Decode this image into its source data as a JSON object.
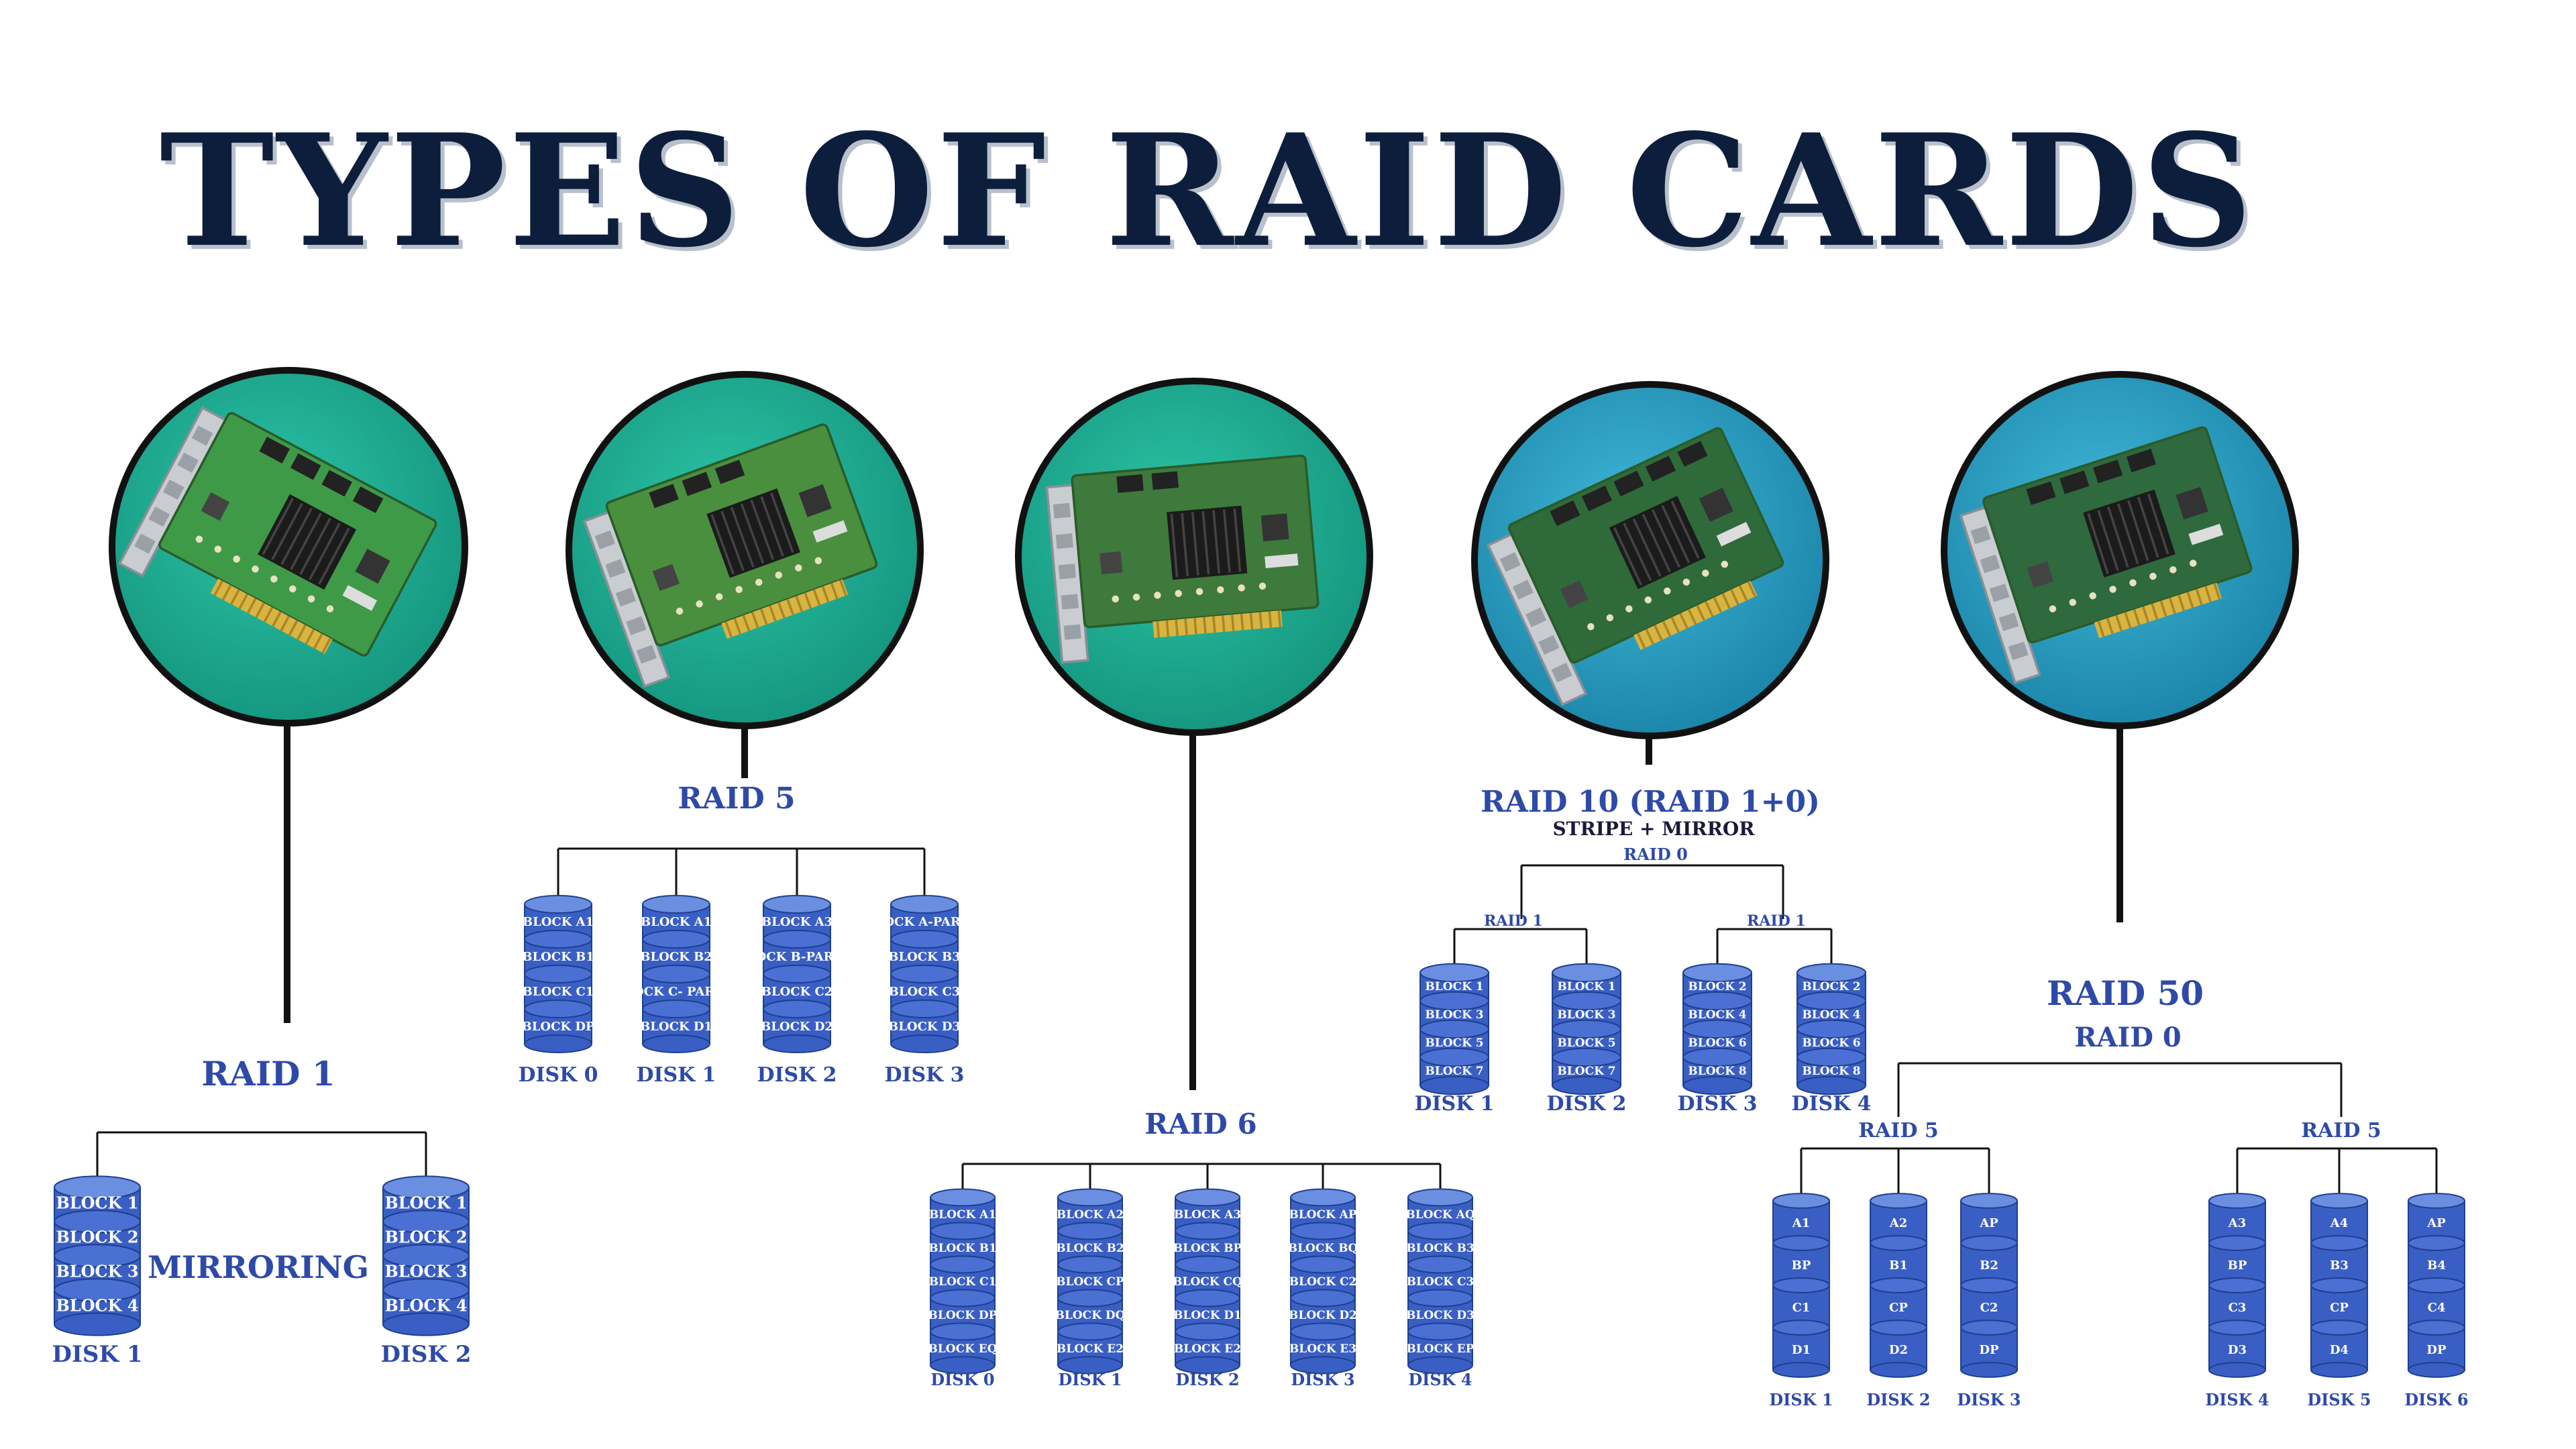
{
  "title": "TYPES OF RAID CARDS",
  "raid1": {
    "label": "RAID 1",
    "note": "MIRRORING",
    "disks": [
      {
        "name": "DISK 1",
        "blocks": [
          "BLOCK 1",
          "BLOCK 2",
          "BLOCK 3",
          "BLOCK 4"
        ]
      },
      {
        "name": "DISK 2",
        "blocks": [
          "BLOCK 1",
          "BLOCK 2",
          "BLOCK 3",
          "BLOCK 4"
        ]
      }
    ]
  },
  "raid5": {
    "label": "RAID 5",
    "disks": [
      {
        "name": "DISK 0",
        "blocks": [
          "BLOCK A1",
          "BLOCK B1",
          "BLOCK C1",
          "BLOCK DP"
        ]
      },
      {
        "name": "DISK 1",
        "blocks": [
          "BLOCK A1",
          "BLOCK B2",
          "BLOCK C- PARITY",
          "BLOCK D1"
        ]
      },
      {
        "name": "DISK 2",
        "blocks": [
          "BLOCK A3",
          "BLOCK B-PARITY",
          "BLOCK C2",
          "BLOCK D2"
        ]
      },
      {
        "name": "DISK 3",
        "blocks": [
          "BLOCK A-PARITY",
          "BLOCK B3",
          "BLOCK C3",
          "BLOCK D3"
        ]
      }
    ]
  },
  "raid6": {
    "label": "RAID 6",
    "disks": [
      {
        "name": "DISK 0",
        "blocks": [
          "BLOCK A1",
          "BLOCK B1",
          "BLOCK C1",
          "BLOCK DP",
          "BLOCK EQ"
        ]
      },
      {
        "name": "DISK 1",
        "blocks": [
          "BLOCK A2",
          "BLOCK B2",
          "BLOCK CP",
          "BLOCK DQ",
          "BLOCK E2"
        ]
      },
      {
        "name": "DISK 2",
        "blocks": [
          "BLOCK A3",
          "BLOCK BP",
          "BLOCK CQ",
          "BLOCK D1",
          "BLOCK E2"
        ]
      },
      {
        "name": "DISK 3",
        "blocks": [
          "BLOCK AP",
          "BLOCK BQ",
          "BLOCK C2",
          "BLOCK D2",
          "BLOCK E3"
        ]
      },
      {
        "name": "DISK 4",
        "blocks": [
          "BLOCK AQ",
          "BLOCK B3",
          "BLOCK C3",
          "BLOCK D3",
          "BLOCK EP"
        ]
      }
    ]
  },
  "raid10": {
    "label": "RAID 10 (RAID 1+0)",
    "sublabel": "STRIPE + MIRROR",
    "top": "RAID 0",
    "groups": [
      "RAID 1",
      "RAID 1"
    ],
    "disks": [
      {
        "name": "DISK 1",
        "blocks": [
          "BLOCK 1",
          "BLOCK 3",
          "BLOCK 5",
          "BLOCK 7"
        ]
      },
      {
        "name": "DISK 2",
        "blocks": [
          "BLOCK 1",
          "BLOCK 3",
          "BLOCK 5",
          "BLOCK 7"
        ]
      },
      {
        "name": "DISK 3",
        "blocks": [
          "BLOCK 2",
          "BLOCK 4",
          "BLOCK 6",
          "BLOCK 8"
        ]
      },
      {
        "name": "DISK 4",
        "blocks": [
          "BLOCK 2",
          "BLOCK 4",
          "BLOCK 6",
          "BLOCK 8"
        ]
      }
    ]
  },
  "raid50": {
    "label": "RAID 50",
    "top": "RAID 0",
    "groups": [
      "RAID 5",
      "RAID 5"
    ],
    "disks": [
      {
        "name": "DISK 1",
        "blocks": [
          "A1",
          "BP",
          "C1",
          "D1"
        ]
      },
      {
        "name": "DISK 2",
        "blocks": [
          "A2",
          "B1",
          "CP",
          "D2"
        ]
      },
      {
        "name": "DISK 3",
        "blocks": [
          "AP",
          "B2",
          "C2",
          "DP"
        ]
      },
      {
        "name": "DISK 4",
        "blocks": [
          "A3",
          "BP",
          "C3",
          "D3"
        ]
      },
      {
        "name": "DISK 5",
        "blocks": [
          "A4",
          "B3",
          "CP",
          "D4"
        ]
      },
      {
        "name": "DISK 6",
        "blocks": [
          "AP",
          "B4",
          "C4",
          "DP"
        ]
      }
    ]
  },
  "colors": {
    "title": "#0d1e3c",
    "label": "#2e4aa8",
    "disk": "#3a5fc4",
    "disk_top": "#6b8fe0",
    "circle_teal": "#1aa98f",
    "circle_blue": "#1d96b8"
  },
  "icons": [
    "raid-card-icon",
    "database-disk-icon"
  ]
}
